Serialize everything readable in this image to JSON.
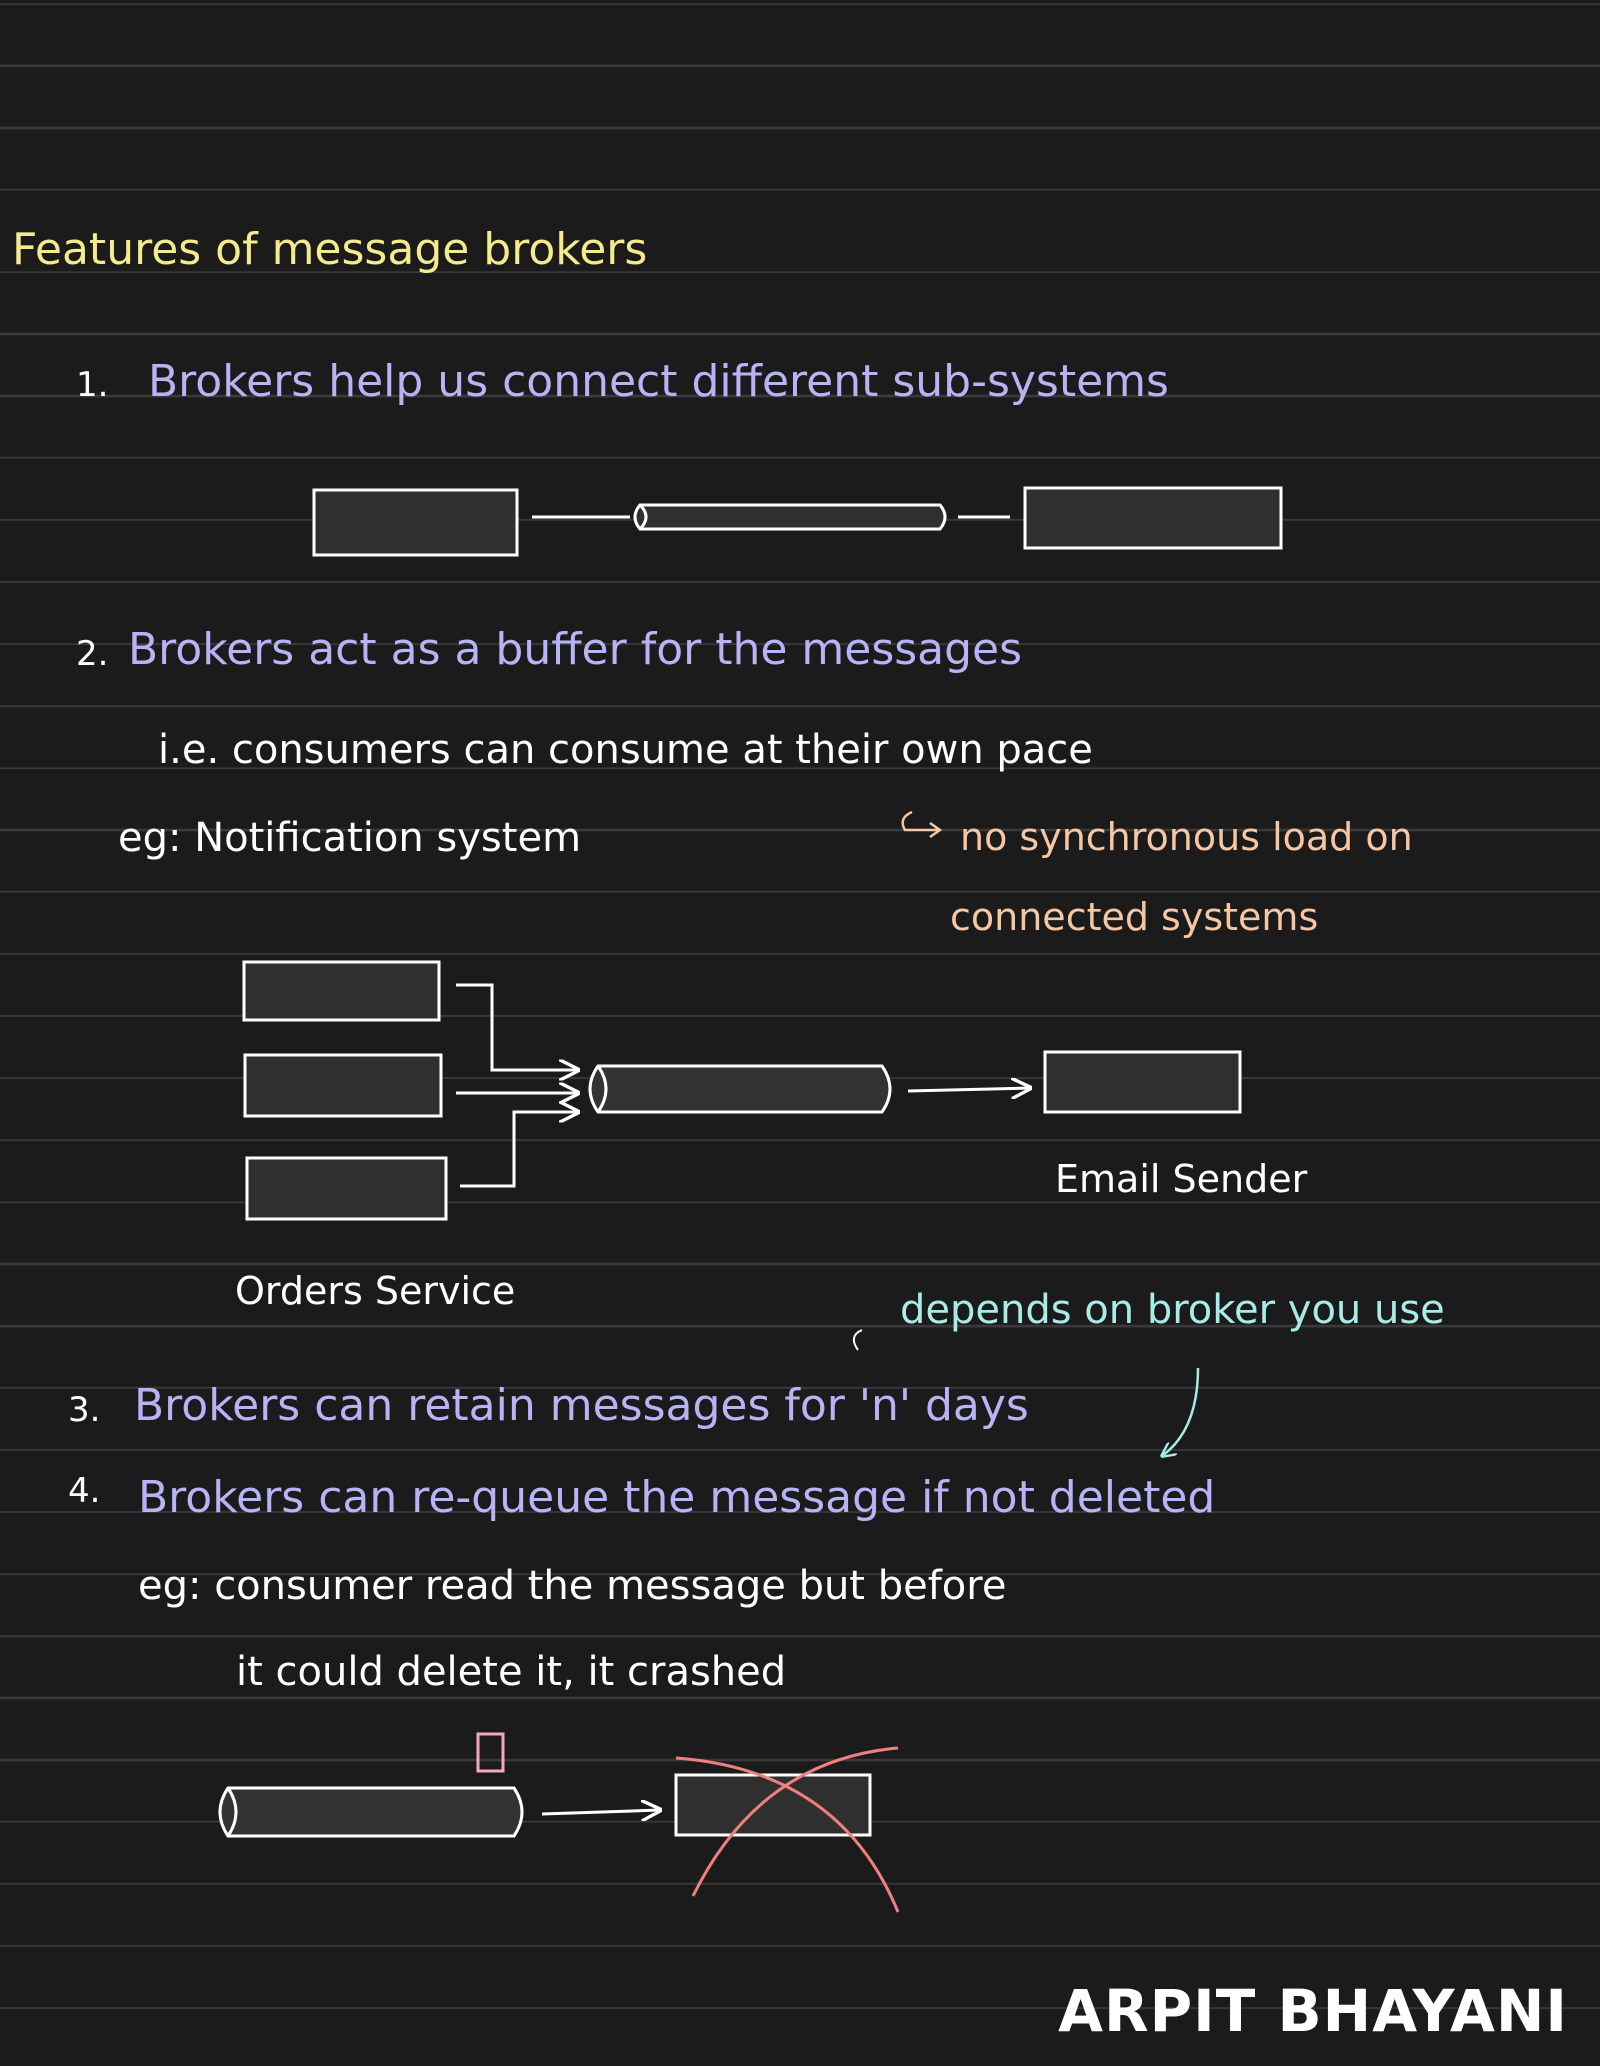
{
  "title": "Features of message brokers",
  "points": [
    {
      "number": "1.",
      "text": "Brokers help us connect different sub-systems"
    },
    {
      "number": "2.",
      "text": "Brokers act as a buffer for the messages"
    },
    {
      "number": "3.",
      "text": "Brokers can retain messages for 'n' days"
    },
    {
      "number": "4.",
      "text": "Brokers can re-queue the message if not deleted"
    }
  ],
  "ie_note": "i.e. consumers can consume at their own pace",
  "eg_notification": "eg: Notification system",
  "side_note_line1": "no synchronous load on",
  "side_note_line2": "connected systems",
  "email_sender_label": "Email Sender",
  "orders_service_label": "Orders Service",
  "depends_note": "depends on broker you use",
  "eg_consumer_line1": "eg: consumer read the message but before",
  "eg_consumer_line2": "it could delete it, it crashed",
  "brand": "ARPIT BHAYANI",
  "colors": {
    "background": "#1b1b1b",
    "title": "#f4ea8e",
    "point": "#b8b3f5",
    "note": "#f7c6a3",
    "depends": "#a7ece8",
    "cross": "#f08080",
    "message": "#f4a6c9"
  }
}
